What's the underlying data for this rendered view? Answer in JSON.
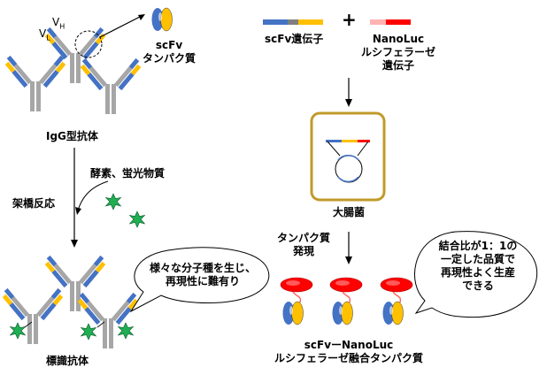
{
  "left": {
    "vl_label": "V",
    "vl_sub": "L",
    "vh_label": "V",
    "vh_sub": "H",
    "scfv_line1": "scFv",
    "scfv_line2": "タンパク質",
    "igg_label": "IgG型抗体",
    "enzyme_label": "酵素、蛍光物質",
    "crosslink_label": "架橋反応",
    "bubble_text": "様々な分子種を生じ、\n再現性に難有り",
    "labeled_label": "標識抗体"
  },
  "right": {
    "scfv_gene": "scFv遺伝子",
    "plus": "+",
    "nanoluc_gene": "NanoLuc\nルシフェラーゼ\n遺伝子",
    "ecoli_label": "大腸菌",
    "expression_label": "タンパク質\n発現",
    "bubble_text": "結合比が1：1の\n一定した品質で\n再現性よく生産\nできる",
    "fusion_label": "scFvーNanoLuc\nルシフェラーゼ融合タンパク質"
  },
  "colors": {
    "blue": "#4472c4",
    "gold": "#ffc000",
    "gray": "#a6a6a6",
    "red": "#ff0000",
    "pink": "#ffb3b3",
    "box": "#c09a2a",
    "green": "#1fae52"
  }
}
